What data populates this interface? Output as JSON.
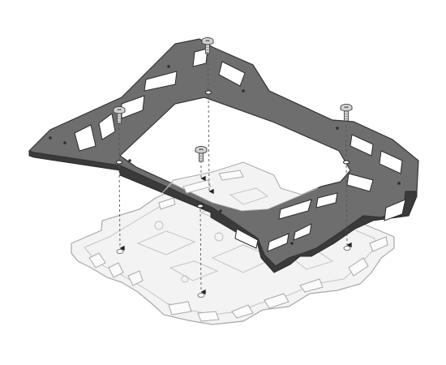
{
  "diagram": {
    "colors": {
      "background": "#ffffff",
      "adapter_plate": "#6e6e6e",
      "adapter_plate_edge": "#3a3a3a",
      "base_rack": "#f3f3f3",
      "base_rack_edge": "#a8a8a8",
      "screw": "#d8d8d8",
      "guide_line": "#555555",
      "arrow": "#222222"
    },
    "fasteners": [
      {
        "id": "screw-back"
      },
      {
        "id": "screw-left"
      },
      {
        "id": "screw-center"
      },
      {
        "id": "screw-right"
      }
    ]
  }
}
